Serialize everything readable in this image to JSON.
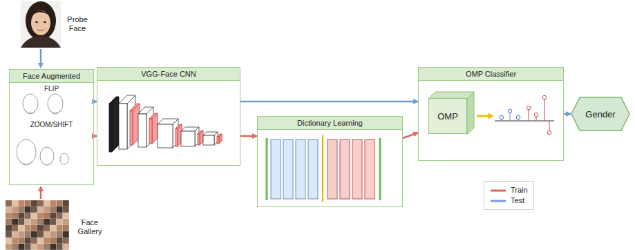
{
  "diagram": {
    "nodes": [
      {
        "text": [
          "Face Augmented",
          "FLIP",
          "ZOOM/SHIFT"
        ]
      },
      {
        "text": [
          "VGG-Face CNN"
        ]
      },
      {
        "text": [
          "Dictionary Learning"
        ]
      },
      {
        "text": [
          "OMP Classifier"
        ]
      },
      {
        "text": [
          "OMP"
        ],
        "in": 3
      },
      {
        "text": [
          "Gender"
        ]
      }
    ],
    "edges": [
      {
        "from": 0,
        "to": 1,
        "arrow": "to"
      },
      {
        "from": 0,
        "to": 1,
        "arrow": "to"
      },
      {
        "from": 1,
        "to": 3,
        "arrow": "to"
      },
      {
        "from": 1,
        "to": 2,
        "arrow": "to"
      },
      {
        "from": 2,
        "to": 3,
        "arrow": "to"
      },
      {
        "from": 3,
        "to": 5,
        "arrow": "to"
      }
    ],
    "labels": [
      "Probe Face",
      "Face Gallery"
    ],
    "legend": [
      {
        "text": "Train"
      },
      {
        "text": "Test"
      }
    ]
  }
}
